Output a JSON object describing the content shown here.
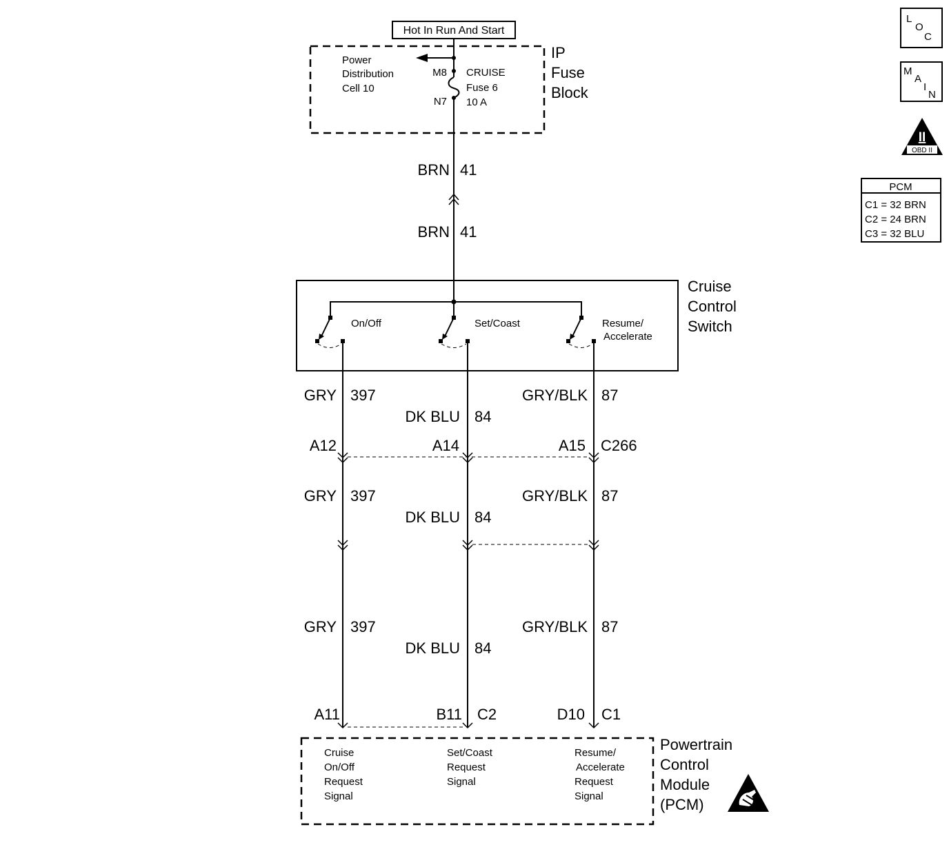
{
  "power_source": "Hot In Run And Start",
  "ip_fuse_block": {
    "title_1": "IP",
    "title_2": "Fuse",
    "title_3": "Block",
    "cell_1": "Power",
    "cell_2": "Distribution",
    "cell_3": "Cell 10",
    "pin_top": "M8",
    "pin_bottom": "N7",
    "fuse_1": "CRUISE",
    "fuse_2": "Fuse 6",
    "fuse_3": "10 A"
  },
  "feed_wire": {
    "color": "BRN",
    "circuit": "41"
  },
  "cruise_switch": {
    "title_1": "Cruise",
    "title_2": "Control",
    "title_3": "Switch",
    "on_off": "On/Off",
    "set_coast": "Set/Coast",
    "resume_1": "Resume/",
    "resume_2": "Accelerate"
  },
  "wires": {
    "gry": {
      "color": "GRY",
      "circuit": "397"
    },
    "dkblu": {
      "color": "DK BLU",
      "circuit": "84"
    },
    "gryblk": {
      "color": "GRY/BLK",
      "circuit": "87"
    }
  },
  "c266": {
    "name": "C266",
    "pin_gry": "A12",
    "pin_dkblu": "A14",
    "pin_gryblk": "A15"
  },
  "pcm_pins": {
    "gry": "A11",
    "dkblu": "B11",
    "dkblu_conn": "C2",
    "gryblk": "D10",
    "gryblk_conn": "C1"
  },
  "pcm": {
    "title_1": "Powertrain",
    "title_2": "Control",
    "title_3": "Module",
    "title_4": "(PCM)",
    "sig1": [
      "Cruise",
      "On/Off",
      "Request",
      "Signal"
    ],
    "sig2": [
      "Set/Coast",
      "Request",
      "Signal"
    ],
    "sig3": [
      "Resume/",
      "Accelerate",
      "Request",
      "Signal"
    ]
  },
  "legend_icons": {
    "loc": [
      "L",
      "O",
      "C"
    ],
    "main": [
      "M",
      "A",
      "I",
      "N"
    ],
    "obd_numeral": "II",
    "obd_text": "OBD II"
  },
  "pcm_table": {
    "title": "PCM",
    "rows": [
      "C1 = 32 BRN",
      "C2 = 24 BRN",
      "C3 = 32 BLU"
    ]
  }
}
